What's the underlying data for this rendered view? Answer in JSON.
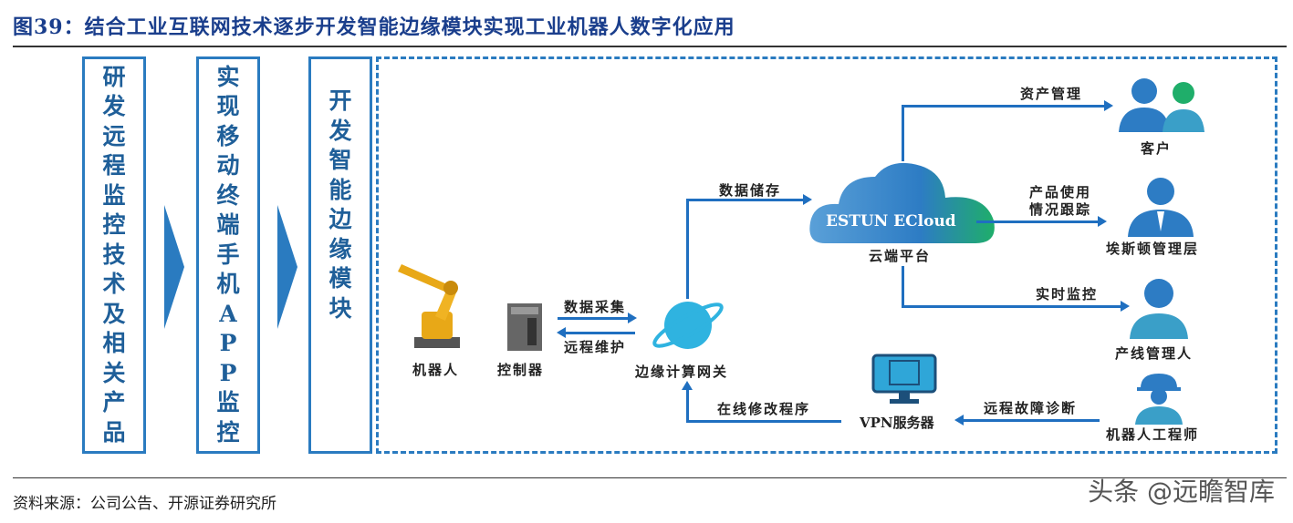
{
  "title": "图39：结合工业互联网技术逐步开发智能边缘模块实现工业机器人数字化应用",
  "steps": [
    "研发远程监控技术及相关产品",
    "实现移动终端手机APP监控",
    "开发智能边缘模块"
  ],
  "nodes": {
    "robot": "机器人",
    "controller": "控制器",
    "gateway": "边缘计算网关",
    "cloud_brand": "ESTUN ECloud",
    "cloud": "云端平台",
    "vpn": "VPN服务器",
    "customer": "客户",
    "management": "埃斯顿管理层",
    "line_manager": "产线管理人",
    "engineer": "机器人工程师"
  },
  "edges": {
    "data_collect": "数据采集",
    "remote_maint": "远程维护",
    "data_store": "数据储存",
    "asset_mgmt": "资产管理",
    "usage_track_1": "产品使用",
    "usage_track_2": "情况跟踪",
    "realtime": "实时监控",
    "remote_diag": "远程故障诊断",
    "online_edit": "在线修改程序"
  },
  "source": "资料来源：公司公告、开源证券研究所",
  "watermark": "头条 @远瞻智库",
  "colors": {
    "accent": "#2a7bc0",
    "title": "#1a3e8c"
  }
}
